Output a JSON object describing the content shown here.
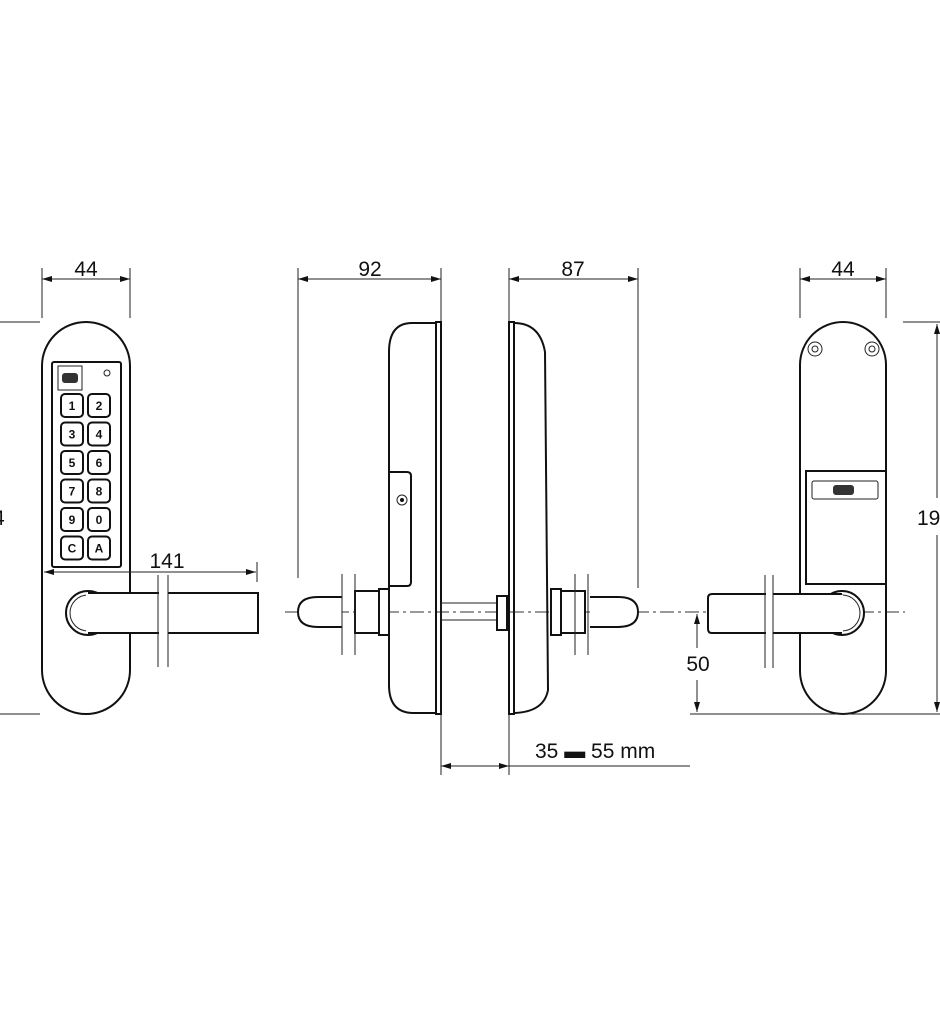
{
  "dimensions": {
    "front_width": "44",
    "front_height_partial": "4",
    "lever_length": "141",
    "inner_depth": "92",
    "outer_depth": "87",
    "back_width": "44",
    "back_height_partial": "19",
    "lever_height": "50",
    "door_thickness": "35 ▬ 55 mm"
  },
  "keypad": {
    "keys": [
      "1",
      "2",
      "3",
      "4",
      "5",
      "6",
      "7",
      "8",
      "9",
      "0",
      "C",
      "A"
    ]
  }
}
